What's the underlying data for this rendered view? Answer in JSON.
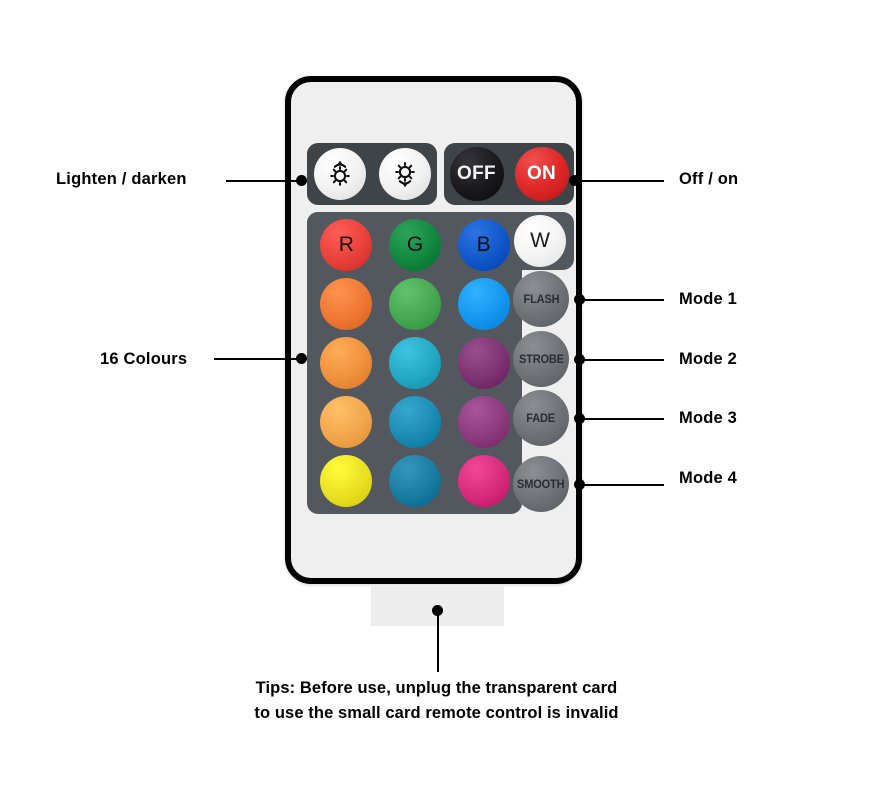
{
  "device": {
    "name": "RGB LED Remote Control",
    "body_color": "#efefef",
    "border_color": "#000000",
    "card_tab_color": "#ededed"
  },
  "brightness_group": {
    "panel_color": "#3f4449",
    "buttons": [
      {
        "icon": "sun-up-arrow-icon",
        "name": "lighten-button",
        "title": "Lighten"
      },
      {
        "icon": "sun-down-arrow-icon",
        "name": "darken-button",
        "title": "Darken"
      }
    ]
  },
  "power_group": {
    "panel_color": "#3f4449",
    "off_label": "OFF",
    "on_label": "ON",
    "off_color": "#19191d",
    "on_color": "#e02828"
  },
  "colour_grid": {
    "panel_color": "#53585e",
    "count": 16,
    "rows": [
      [
        {
          "label": "R",
          "color": "#e8403a",
          "name": "colour-red"
        },
        {
          "label": "G",
          "color": "#11873f",
          "name": "colour-green"
        },
        {
          "label": "B",
          "color": "#1057c8",
          "name": "colour-blue"
        }
      ],
      [
        {
          "label": "",
          "color": "#ee7733",
          "name": "colour-orange-1"
        },
        {
          "label": "",
          "color": "#45a851",
          "name": "colour-green-2"
        },
        {
          "label": "",
          "color": "#1496ee",
          "name": "colour-blue-2"
        }
      ],
      [
        {
          "label": "",
          "color": "#f0903c",
          "name": "colour-orange-2"
        },
        {
          "label": "",
          "color": "#23a8c4",
          "name": "colour-cyan"
        },
        {
          "label": "",
          "color": "#7d3272",
          "name": "colour-purple-1"
        }
      ],
      [
        {
          "label": "",
          "color": "#f2a54b",
          "name": "colour-orange-3"
        },
        {
          "label": "",
          "color": "#1b8bb4",
          "name": "colour-blue-3"
        },
        {
          "label": "",
          "color": "#8b3a7e",
          "name": "colour-purple-2"
        }
      ],
      [
        {
          "label": "",
          "color": "#e8e020",
          "name": "colour-yellow"
        },
        {
          "label": "",
          "color": "#1a7ba0",
          "name": "colour-teal"
        },
        {
          "label": "",
          "color": "#d62a7d",
          "name": "colour-magenta"
        }
      ]
    ],
    "white_button": {
      "label": "W",
      "name": "colour-white",
      "color": "#f3f3f3"
    }
  },
  "mode_buttons": [
    {
      "label": "FLASH",
      "name": "mode-flash-button"
    },
    {
      "label": "STROBE",
      "name": "mode-strobe-button"
    },
    {
      "label": "FADE",
      "name": "mode-fade-button"
    },
    {
      "label": "SMOOTH",
      "name": "mode-smooth-button"
    }
  ],
  "callouts": {
    "lighten_darken": "Lighten / darken",
    "sixteen_colours": "16 Colours",
    "off_on": "Off / on",
    "mode_1": "Mode 1",
    "mode_2": "Mode 2",
    "mode_3": "Mode 3",
    "mode_4": "Mode 4"
  },
  "tips": {
    "line1": "Tips: Before use, unplug the transparent card",
    "line2": "to use the small card remote control is invalid"
  }
}
